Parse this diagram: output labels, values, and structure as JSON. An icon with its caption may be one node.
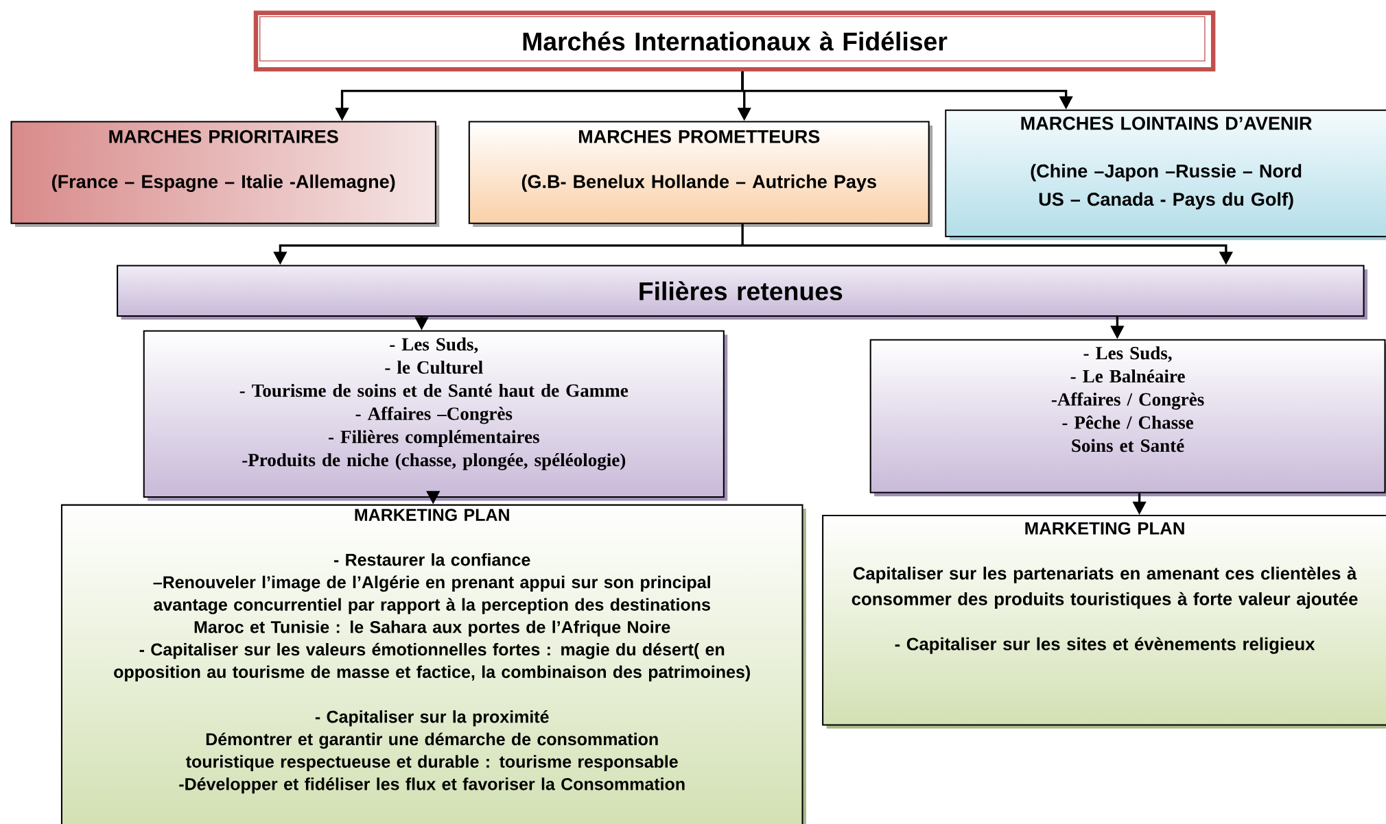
{
  "diagram": {
    "nodes": [
      {
        "text": [
          "Marchés Internationaux à Fidéliser"
        ]
      },
      {
        "text": [
          "MARCHES PRIORITAIRES",
          "(France – Espagne – Italie -Allemagne)"
        ]
      },
      {
        "text": [
          "MARCHES PROMETTEURS",
          "(G.B- Benelux Hollande – Autriche Pays"
        ]
      },
      {
        "text": [
          "MARCHES LOINTAINS D’AVENIR",
          "(Chine –Japon –Russie – Nord US – Canada - Pays du Golf)"
        ]
      },
      {
        "text": [
          "Filières retenues"
        ]
      },
      {
        "text": [
          "- Les Suds,",
          "- le Culturel",
          "- Tourisme de soins et de Santé haut de Gamme",
          "- Affaires –Congrès",
          "- Filières complémentaires",
          "-Produits de niche (chasse, plongée, spéléologie)"
        ]
      },
      {
        "text": [
          "- Les Suds,",
          "- Le Balnéaire",
          "-Affaires / Congrès",
          "- Pêche / Chasse",
          "Soins et Santé"
        ]
      },
      {
        "text": [
          "MARKETING PLAN",
          "- Restaurer la confiance",
          "–Renouveler l’image de l’Algérie en prenant appui sur son principal avantage concurrentiel par rapport à la perception des destinations Maroc et Tunisie : le Sahara aux portes de l’Afrique Noire",
          "- Capitaliser sur les valeurs émotionnelles fortes : magie du désert( en opposition au tourisme de masse et factice, la combinaison des patrimoines)",
          "- Capitaliser sur la proximité",
          "Démontrer et garantir une démarche de consommation touristique respectueuse et durable : tourisme responsable",
          "-Développer et fidéliser les flux et favoriser la Consommation"
        ]
      },
      {
        "text": [
          "MARKETING PLAN",
          "Capitaliser sur les partenariats en amenant ces clientèles à consommer des produits touristiques à forte valeur ajoutée",
          "- Capitaliser sur les sites et évènements religieux"
        ]
      }
    ],
    "edges": [
      {
        "from": 0,
        "to": 1,
        "arrow": "to"
      },
      {
        "from": 0,
        "to": 2,
        "arrow": "to"
      },
      {
        "from": 0,
        "to": 3,
        "arrow": "to"
      },
      {
        "from": 2,
        "to": 4,
        "arrow": "to"
      },
      {
        "from": 4,
        "to": 5,
        "arrow": "to"
      },
      {
        "from": 4,
        "to": 6,
        "arrow": "to"
      },
      {
        "from": 5,
        "to": 7,
        "arrow": "to"
      },
      {
        "from": 6,
        "to": 8,
        "arrow": "to"
      }
    ]
  }
}
